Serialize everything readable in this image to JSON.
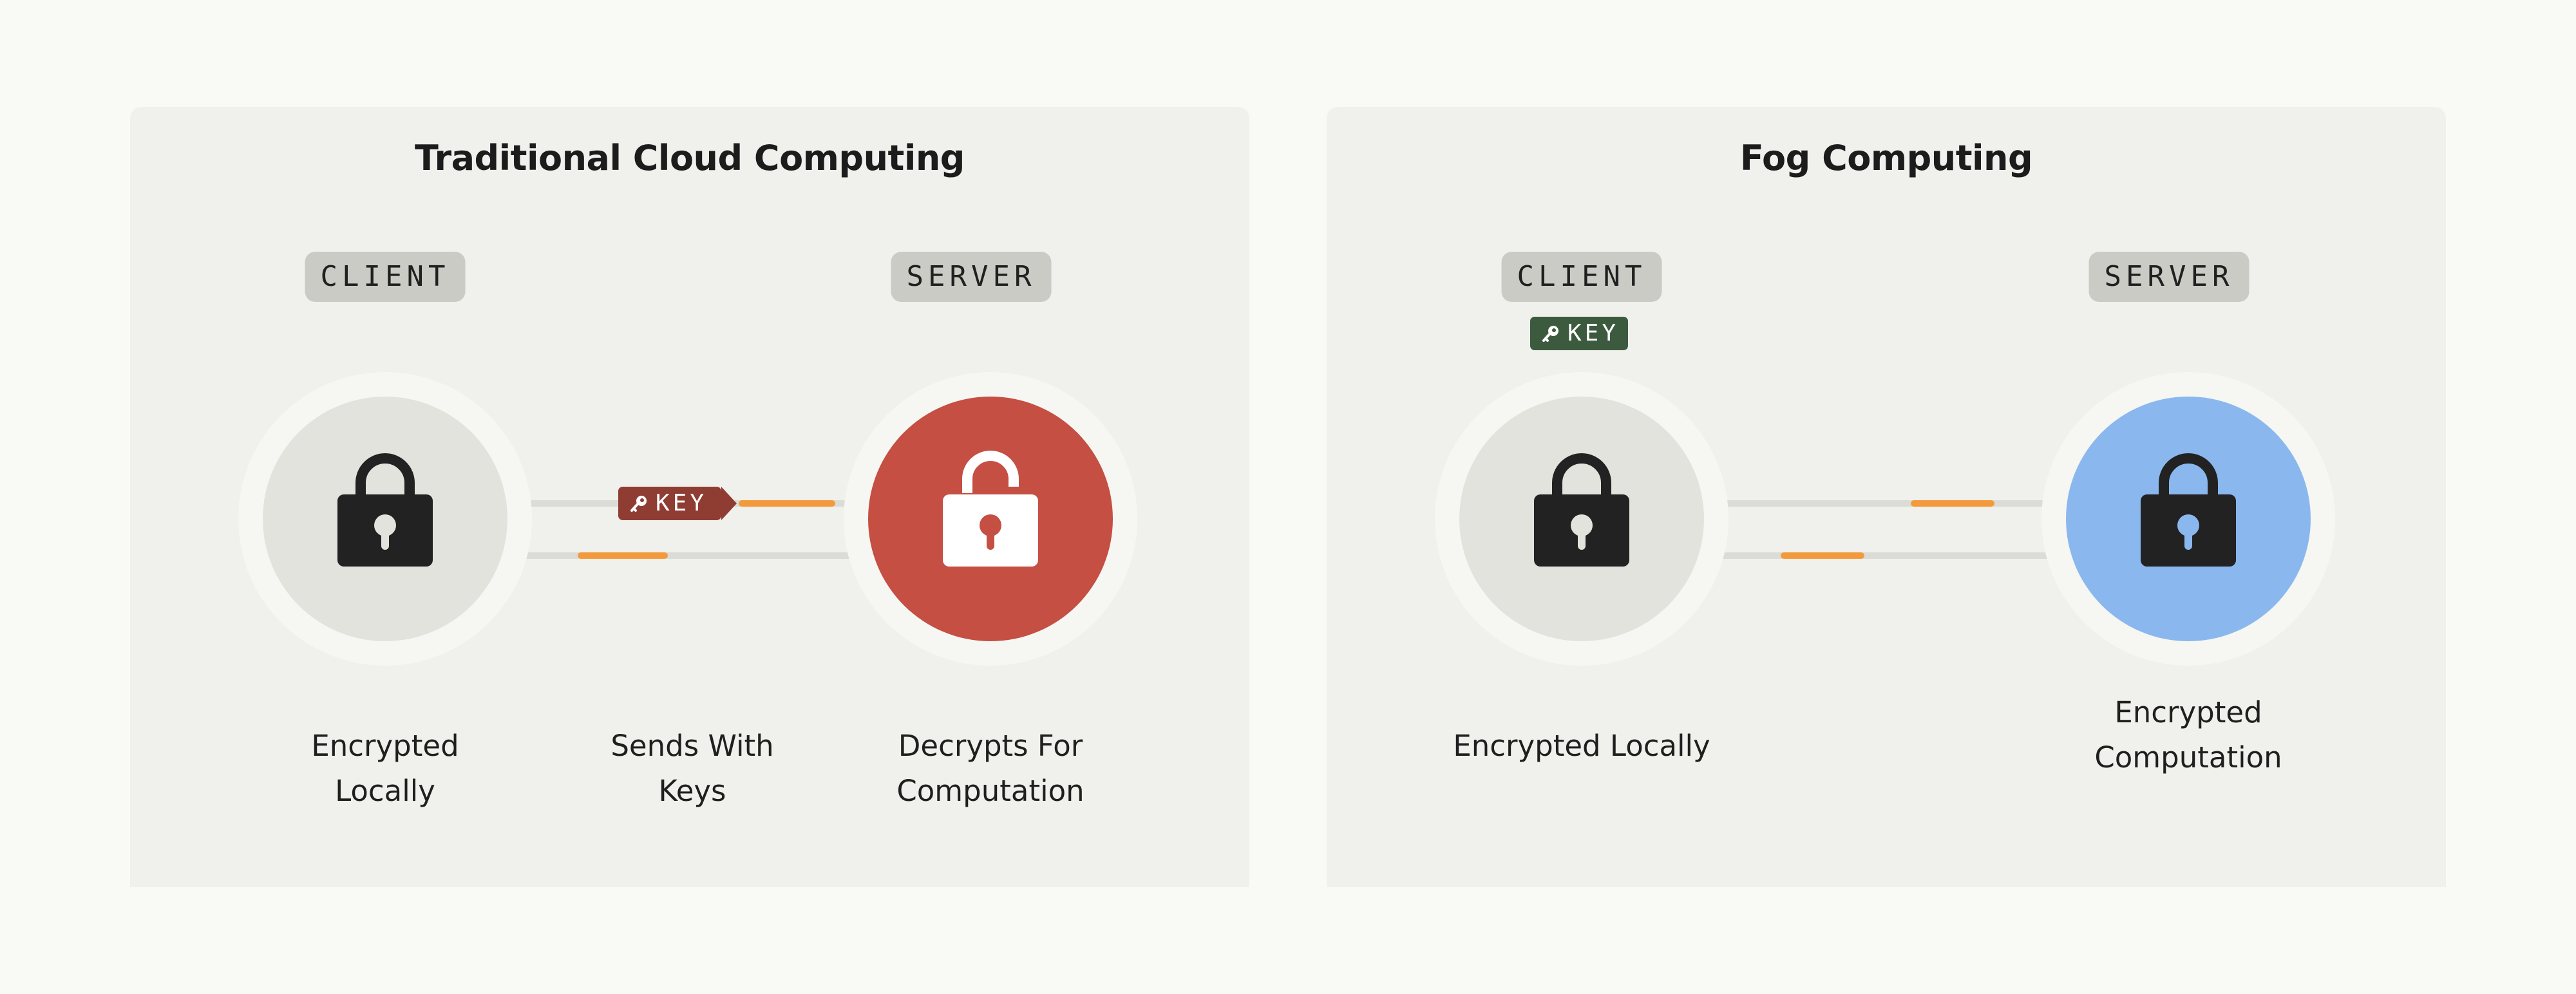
{
  "panels": [
    {
      "title": "Traditional Cloud Computing",
      "client_label": "CLIENT",
      "server_label": "SERVER",
      "key_label": "KEY",
      "captions": {
        "client": [
          "Encrypted",
          "Locally"
        ],
        "middle": [
          "Sends With",
          "Keys"
        ],
        "server": [
          "Decrypts For",
          "Computation"
        ]
      }
    },
    {
      "title": "Fog Computing",
      "client_label": "CLIENT",
      "server_label": "SERVER",
      "key_label": "KEY",
      "captions": {
        "client": [
          "Encrypted Locally"
        ],
        "server": [
          "Encrypted",
          "Computation"
        ]
      }
    }
  ],
  "colors": {
    "background": "#f9f9f6",
    "panel": "#f0f0ec",
    "server_decrypted": "#c44f42",
    "server_encrypted": "#8ab8ee",
    "key_sent": "#8f3d33",
    "key_local": "#3c5b3e",
    "packet": "#f39a3c"
  },
  "icons": {
    "client": "lock-closed-icon",
    "server_left": "lock-open-icon",
    "server_right": "lock-closed-icon",
    "key": "key-icon"
  }
}
